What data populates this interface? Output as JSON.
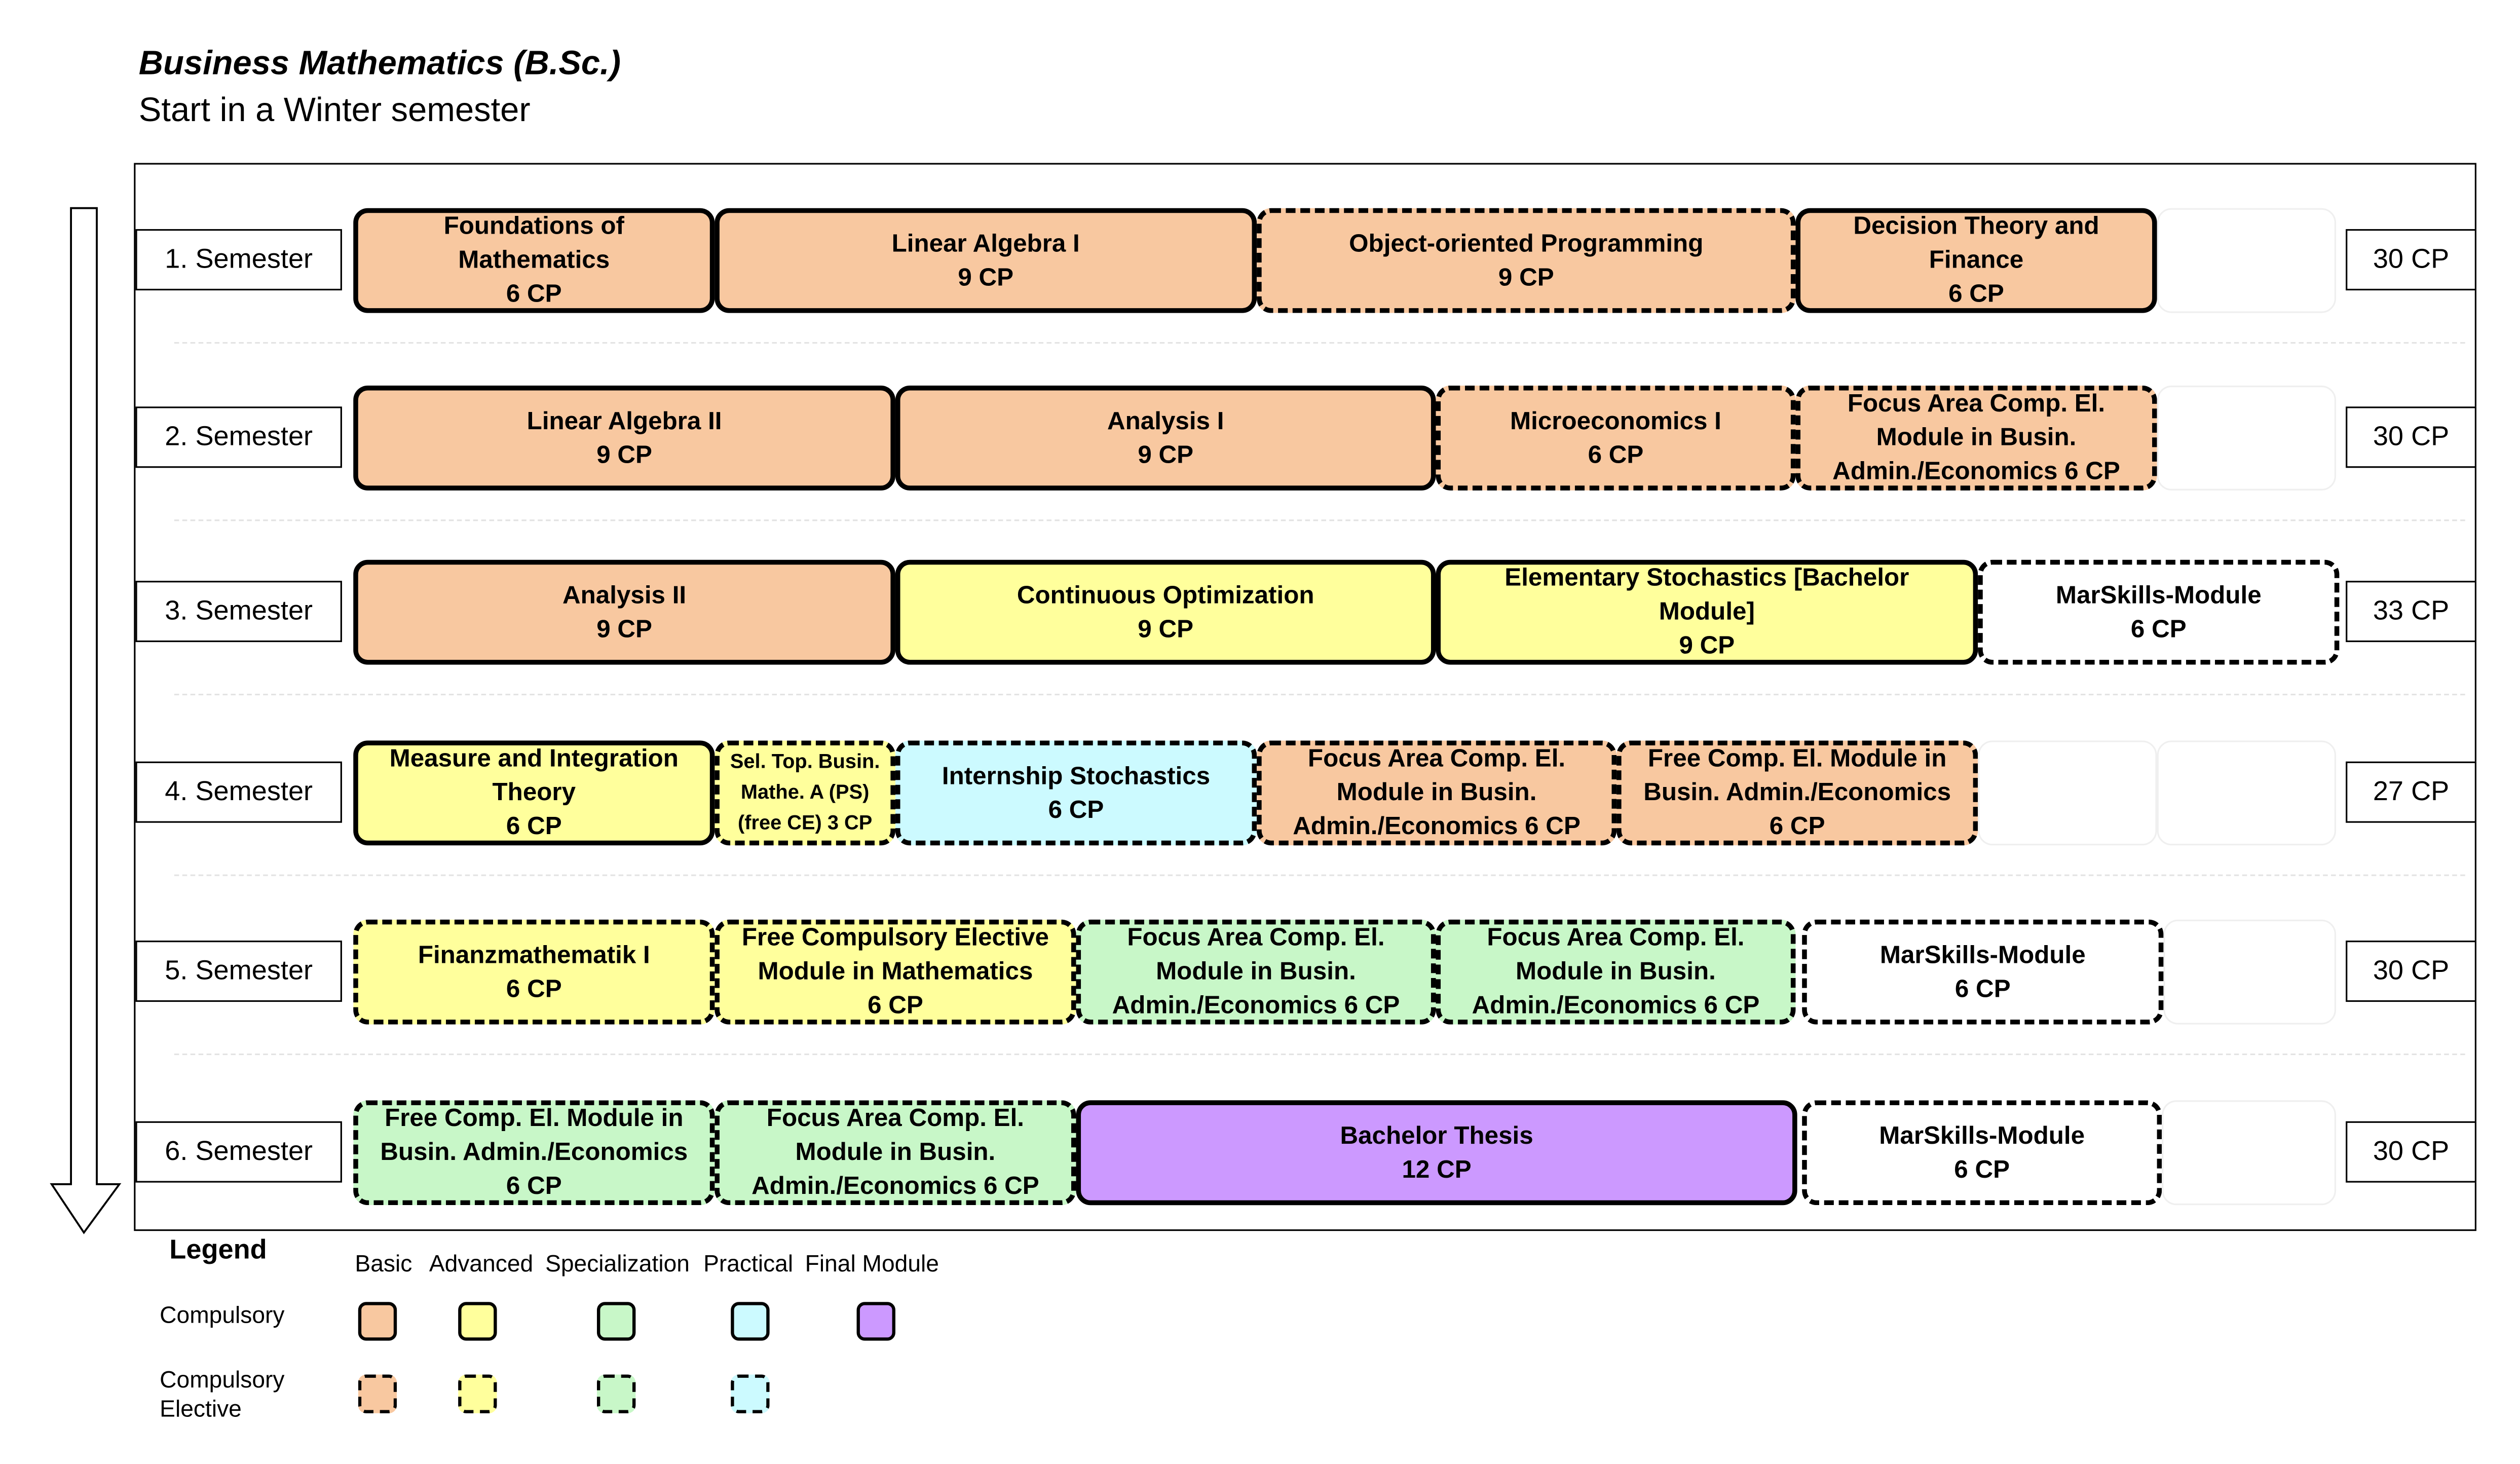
{
  "header": {
    "title": "Business Mathematics (B.Sc.)",
    "subtitle": "Start in a Winter semester"
  },
  "colors": {
    "basic": "#f8c8a0",
    "advanced": "#ffff9c",
    "specialization": "#c8f7c8",
    "practical": "#ccfaff",
    "final": "#cc99ff",
    "none": "#ffffff"
  },
  "semesters": [
    {
      "label": "1. Semester",
      "credits": "30 CP",
      "modules": [
        {
          "name": "Foundations of\nMathematics\n6 CP",
          "type": "basic",
          "kind": "compulsory"
        },
        {
          "name": "Linear Algebra I\n9 CP",
          "type": "basic",
          "kind": "compulsory"
        },
        {
          "name": "Object-oriented Programming\n9 CP",
          "type": "basic",
          "kind": "elective"
        },
        {
          "name": "Decision Theory and\nFinance\n6 CP",
          "type": "basic",
          "kind": "compulsory"
        }
      ]
    },
    {
      "label": "2. Semester",
      "credits": "30 CP",
      "modules": [
        {
          "name": "Linear Algebra II\n9 CP",
          "type": "basic",
          "kind": "compulsory"
        },
        {
          "name": "Analysis I\n9 CP",
          "type": "basic",
          "kind": "compulsory"
        },
        {
          "name": "Microeconomics I\n6 CP",
          "type": "basic",
          "kind": "elective"
        },
        {
          "name": "Focus Area Comp. El.\nModule in Busin.\nAdmin./Economics 6 CP",
          "type": "basic",
          "kind": "elective"
        }
      ]
    },
    {
      "label": "3. Semester",
      "credits": "33 CP",
      "modules": [
        {
          "name": "Analysis II\n9 CP",
          "type": "basic",
          "kind": "compulsory"
        },
        {
          "name": "Continuous Optimization\n9 CP",
          "type": "advanced",
          "kind": "compulsory"
        },
        {
          "name": "Elementary Stochastics [Bachelor\nModule]\n9 CP",
          "type": "advanced",
          "kind": "compulsory"
        },
        {
          "name": "MarSkills-Module\n6 CP",
          "type": "none",
          "kind": "elective"
        }
      ]
    },
    {
      "label": "4. Semester",
      "credits": "27 CP",
      "modules": [
        {
          "name": "Measure and Integration\nTheory\n6 CP",
          "type": "advanced",
          "kind": "compulsory"
        },
        {
          "name": "Sel. Top. Busin.\nMathe. A (PS)\n(free CE) 3 CP",
          "type": "advanced",
          "kind": "elective"
        },
        {
          "name": "Internship Stochastics\n6 CP",
          "type": "practical",
          "kind": "elective"
        },
        {
          "name": "Focus Area Comp. El.\nModule in Busin.\nAdmin./Economics 6 CP",
          "type": "basic",
          "kind": "elective"
        },
        {
          "name": "Free Comp. El. Module in\nBusin. Admin./Economics\n6 CP",
          "type": "basic",
          "kind": "elective"
        }
      ]
    },
    {
      "label": "5. Semester",
      "credits": "30 CP",
      "modules": [
        {
          "name": "Finanzmathematik I\n6 CP",
          "type": "advanced",
          "kind": "elective"
        },
        {
          "name": "Free Compulsory Elective\nModule in Mathematics\n6 CP",
          "type": "advanced",
          "kind": "elective"
        },
        {
          "name": "Focus Area Comp. El.\nModule in Busin.\nAdmin./Economics 6 CP",
          "type": "specialization",
          "kind": "elective"
        },
        {
          "name": "Focus Area Comp. El.\nModule in Busin.\nAdmin./Economics 6 CP",
          "type": "specialization",
          "kind": "elective"
        },
        {
          "name": "MarSkills-Module\n6 CP",
          "type": "none",
          "kind": "elective"
        }
      ]
    },
    {
      "label": "6. Semester",
      "credits": "30 CP",
      "modules": [
        {
          "name": "Free Comp. El. Module in\nBusin. Admin./Economics\n6 CP",
          "type": "specialization",
          "kind": "elective"
        },
        {
          "name": "Focus Area Comp. El.\nModule in Busin.\nAdmin./Economics 6 CP",
          "type": "specialization",
          "kind": "elective"
        },
        {
          "name": "Bachelor Thesis\n12 CP",
          "type": "final",
          "kind": "compulsory"
        },
        {
          "name": "MarSkills-Module\n6 CP",
          "type": "none",
          "kind": "elective"
        }
      ]
    }
  ],
  "legend": {
    "title": "Legend",
    "columns": [
      "Basic",
      "Advanced",
      "Specialization",
      "Practical",
      "Final Module"
    ],
    "rows": [
      "Compulsory",
      "Compulsory\nElective"
    ]
  }
}
